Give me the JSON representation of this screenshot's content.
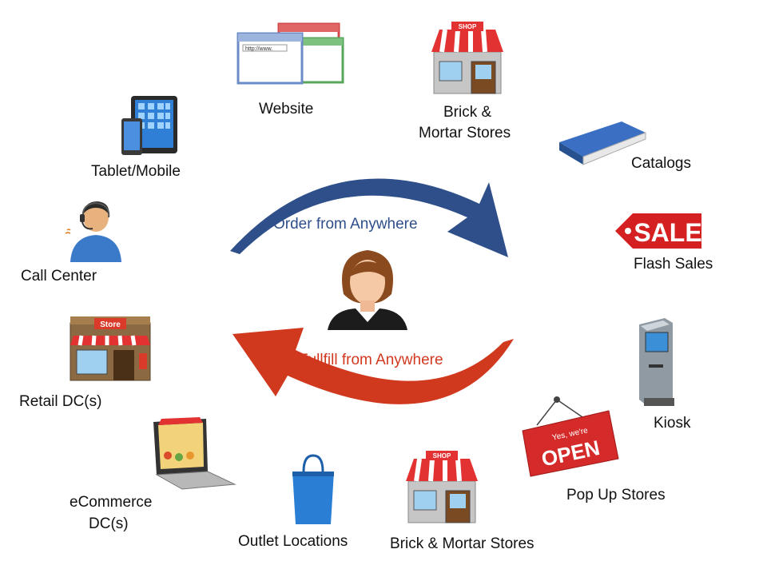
{
  "center": {
    "top_arrow_label": "Order from Anywhere",
    "bottom_arrow_label": "Fullfill from Anywhere",
    "colors": {
      "top_arrow": "#2f4f8a",
      "bottom_arrow": "#d1391f"
    }
  },
  "nodes": {
    "website": {
      "label": "Website",
      "icon": "browser-windows-icon"
    },
    "brick_top": {
      "label_line1": "Brick &",
      "label_line2": "Mortar Stores",
      "icon_text": "SHOP"
    },
    "catalogs": {
      "label": "Catalogs",
      "icon": "book-icon"
    },
    "flash_sales": {
      "label": "Flash Sales",
      "icon_text": "SALE"
    },
    "kiosk": {
      "label": "Kiosk",
      "icon": "kiosk-icon"
    },
    "pop_up": {
      "label": "Pop Up Stores",
      "sign_line1": "Yes, we're",
      "sign_line2": "OPEN"
    },
    "brick_bottom": {
      "label": "Brick & Mortar Stores",
      "icon_text": "SHOP"
    },
    "outlet": {
      "label": "Outlet Locations",
      "icon": "shopping-bag-icon"
    },
    "ecommerce": {
      "label_line1": "eCommerce",
      "label_line2": "DC(s)",
      "icon": "laptop-store-icon"
    },
    "retail_dc": {
      "label": "Retail DC(s)",
      "icon_text": "Store"
    },
    "call_center": {
      "label": "Call Center",
      "icon": "headset-agent-icon"
    },
    "tablet": {
      "label": "Tablet/Mobile",
      "icon": "tablet-phone-icon"
    },
    "website_url": "http://www."
  }
}
